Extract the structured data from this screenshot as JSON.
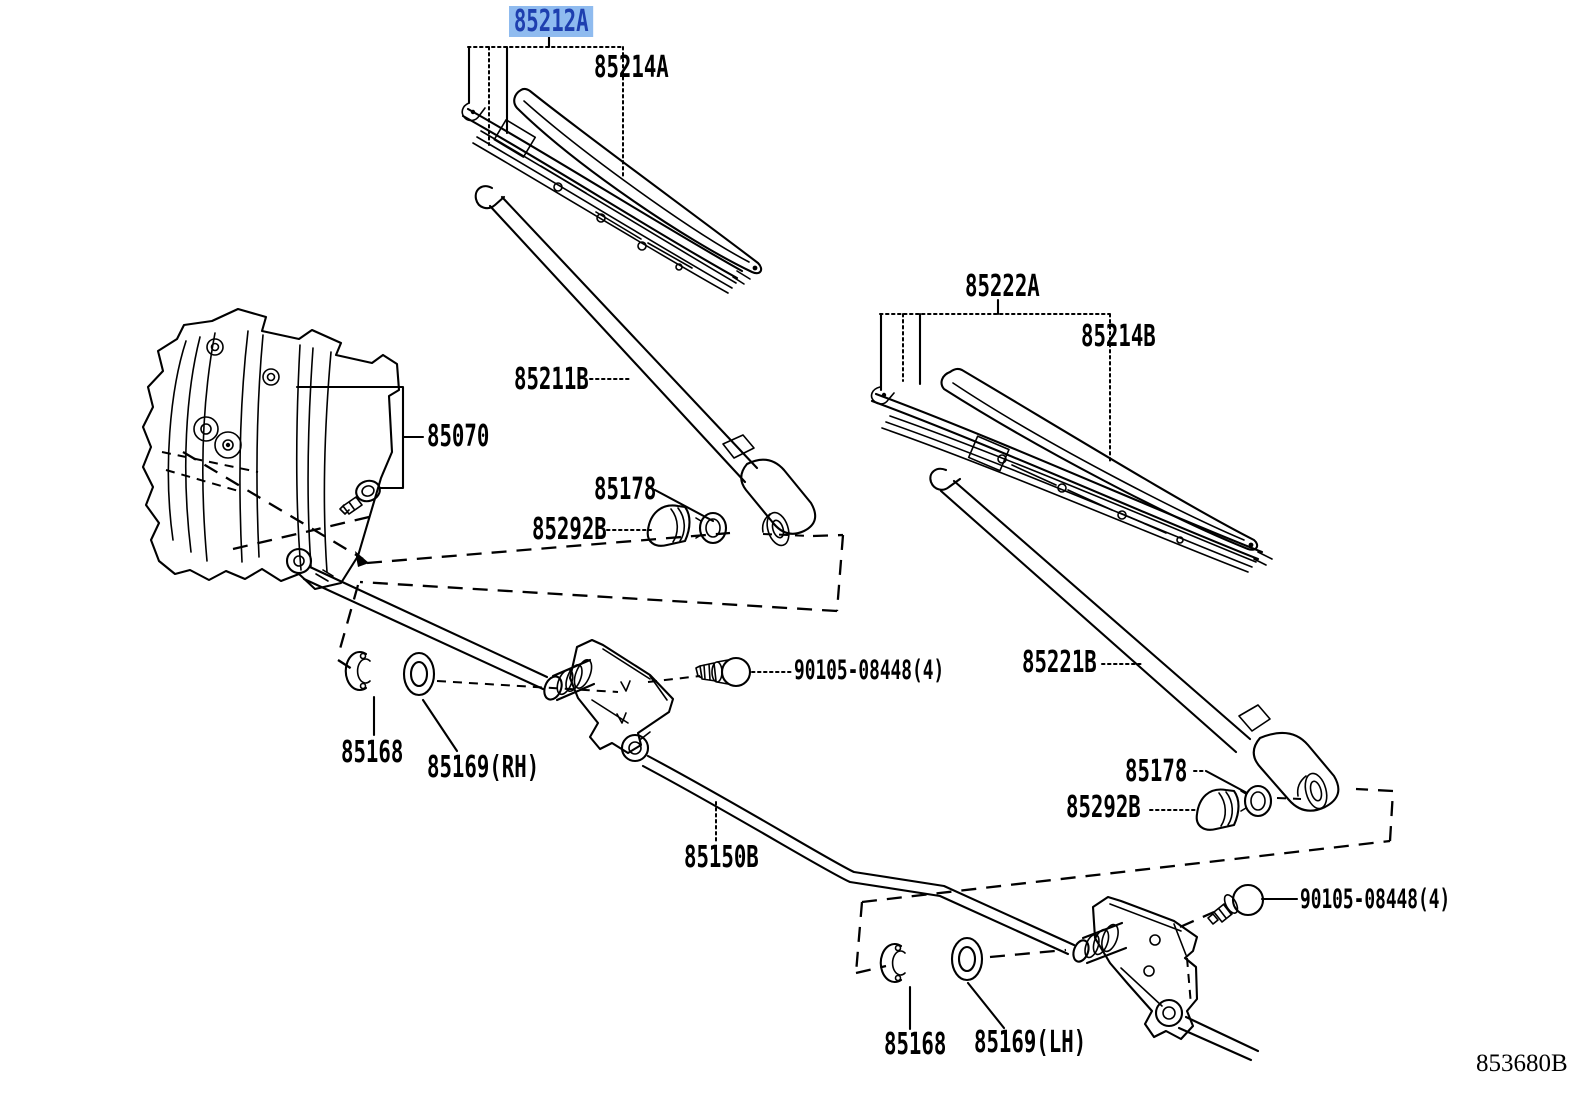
{
  "diagram": {
    "background": "#FFFFFF",
    "line_color": "#000000",
    "highlight": {
      "bg": "#8FBBEF",
      "text": "#1E3FAF"
    },
    "figure_code": {
      "text": "853680B"
    },
    "labels": [
      {
        "text": "85212A",
        "highlighted": true
      },
      {
        "text": "85214A"
      },
      {
        "text": "85222A"
      },
      {
        "text": "85214B"
      },
      {
        "text": "85211B"
      },
      {
        "text": "85070"
      },
      {
        "text": "85178"
      },
      {
        "text": "85292B"
      },
      {
        "text": "90105-08448(4)"
      },
      {
        "text": "85221B"
      },
      {
        "text": "85178"
      },
      {
        "text": "85292B"
      },
      {
        "text": "85168"
      },
      {
        "text": "85169(RH)"
      },
      {
        "text": "85150B"
      },
      {
        "text": "90105-08448(4)"
      },
      {
        "text": "85168"
      },
      {
        "text": "85169(LH)"
      }
    ]
  }
}
